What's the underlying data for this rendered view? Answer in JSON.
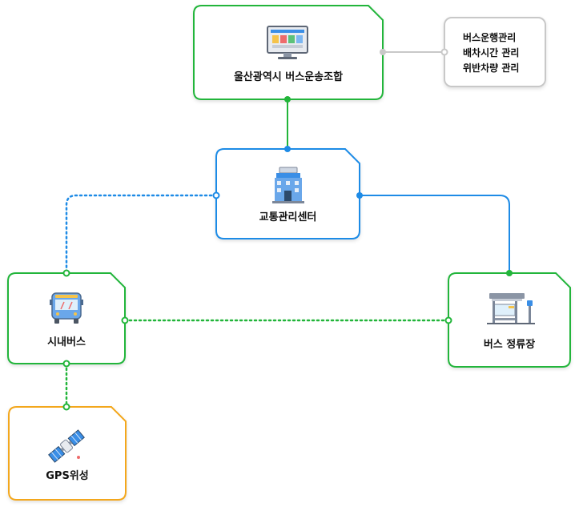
{
  "nodes": {
    "union": {
      "label": "울산광역시 버스운송조합",
      "color": "#22b53a",
      "icon": "monitor-icon"
    },
    "center": {
      "label": "교통관리센터",
      "color": "#1e8be6",
      "icon": "building-icon"
    },
    "city_bus": {
      "label": "시내버스",
      "color": "#22b53a",
      "icon": "bus-icon"
    },
    "bus_stop": {
      "label": "버스 정류장",
      "color": "#22b53a",
      "icon": "bus-stop-icon"
    },
    "gps": {
      "label": "GPS위성",
      "color": "#f3a71c",
      "icon": "satellite-icon"
    }
  },
  "note": {
    "lines": [
      "버스운행관리",
      "배차시간 관리",
      "위반차량 관리"
    ],
    "border_color": "#c8c8c8"
  },
  "connector_colors": {
    "green": "#22b53a",
    "blue": "#1e8be6",
    "gray": "#c8c8c8"
  }
}
